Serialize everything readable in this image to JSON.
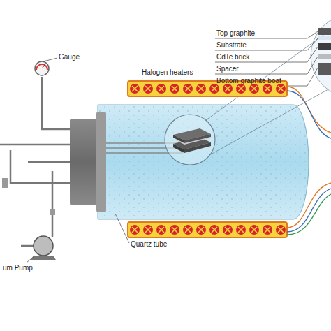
{
  "diagram": {
    "labels": [
      "Top graphite",
      "Substrate",
      "CdTe brick",
      "Spacer",
      "Bottom graphite boat",
      "Gauge",
      "Halogen heaters",
      "Quartz tube",
      "um Pump"
    ]
  }
}
